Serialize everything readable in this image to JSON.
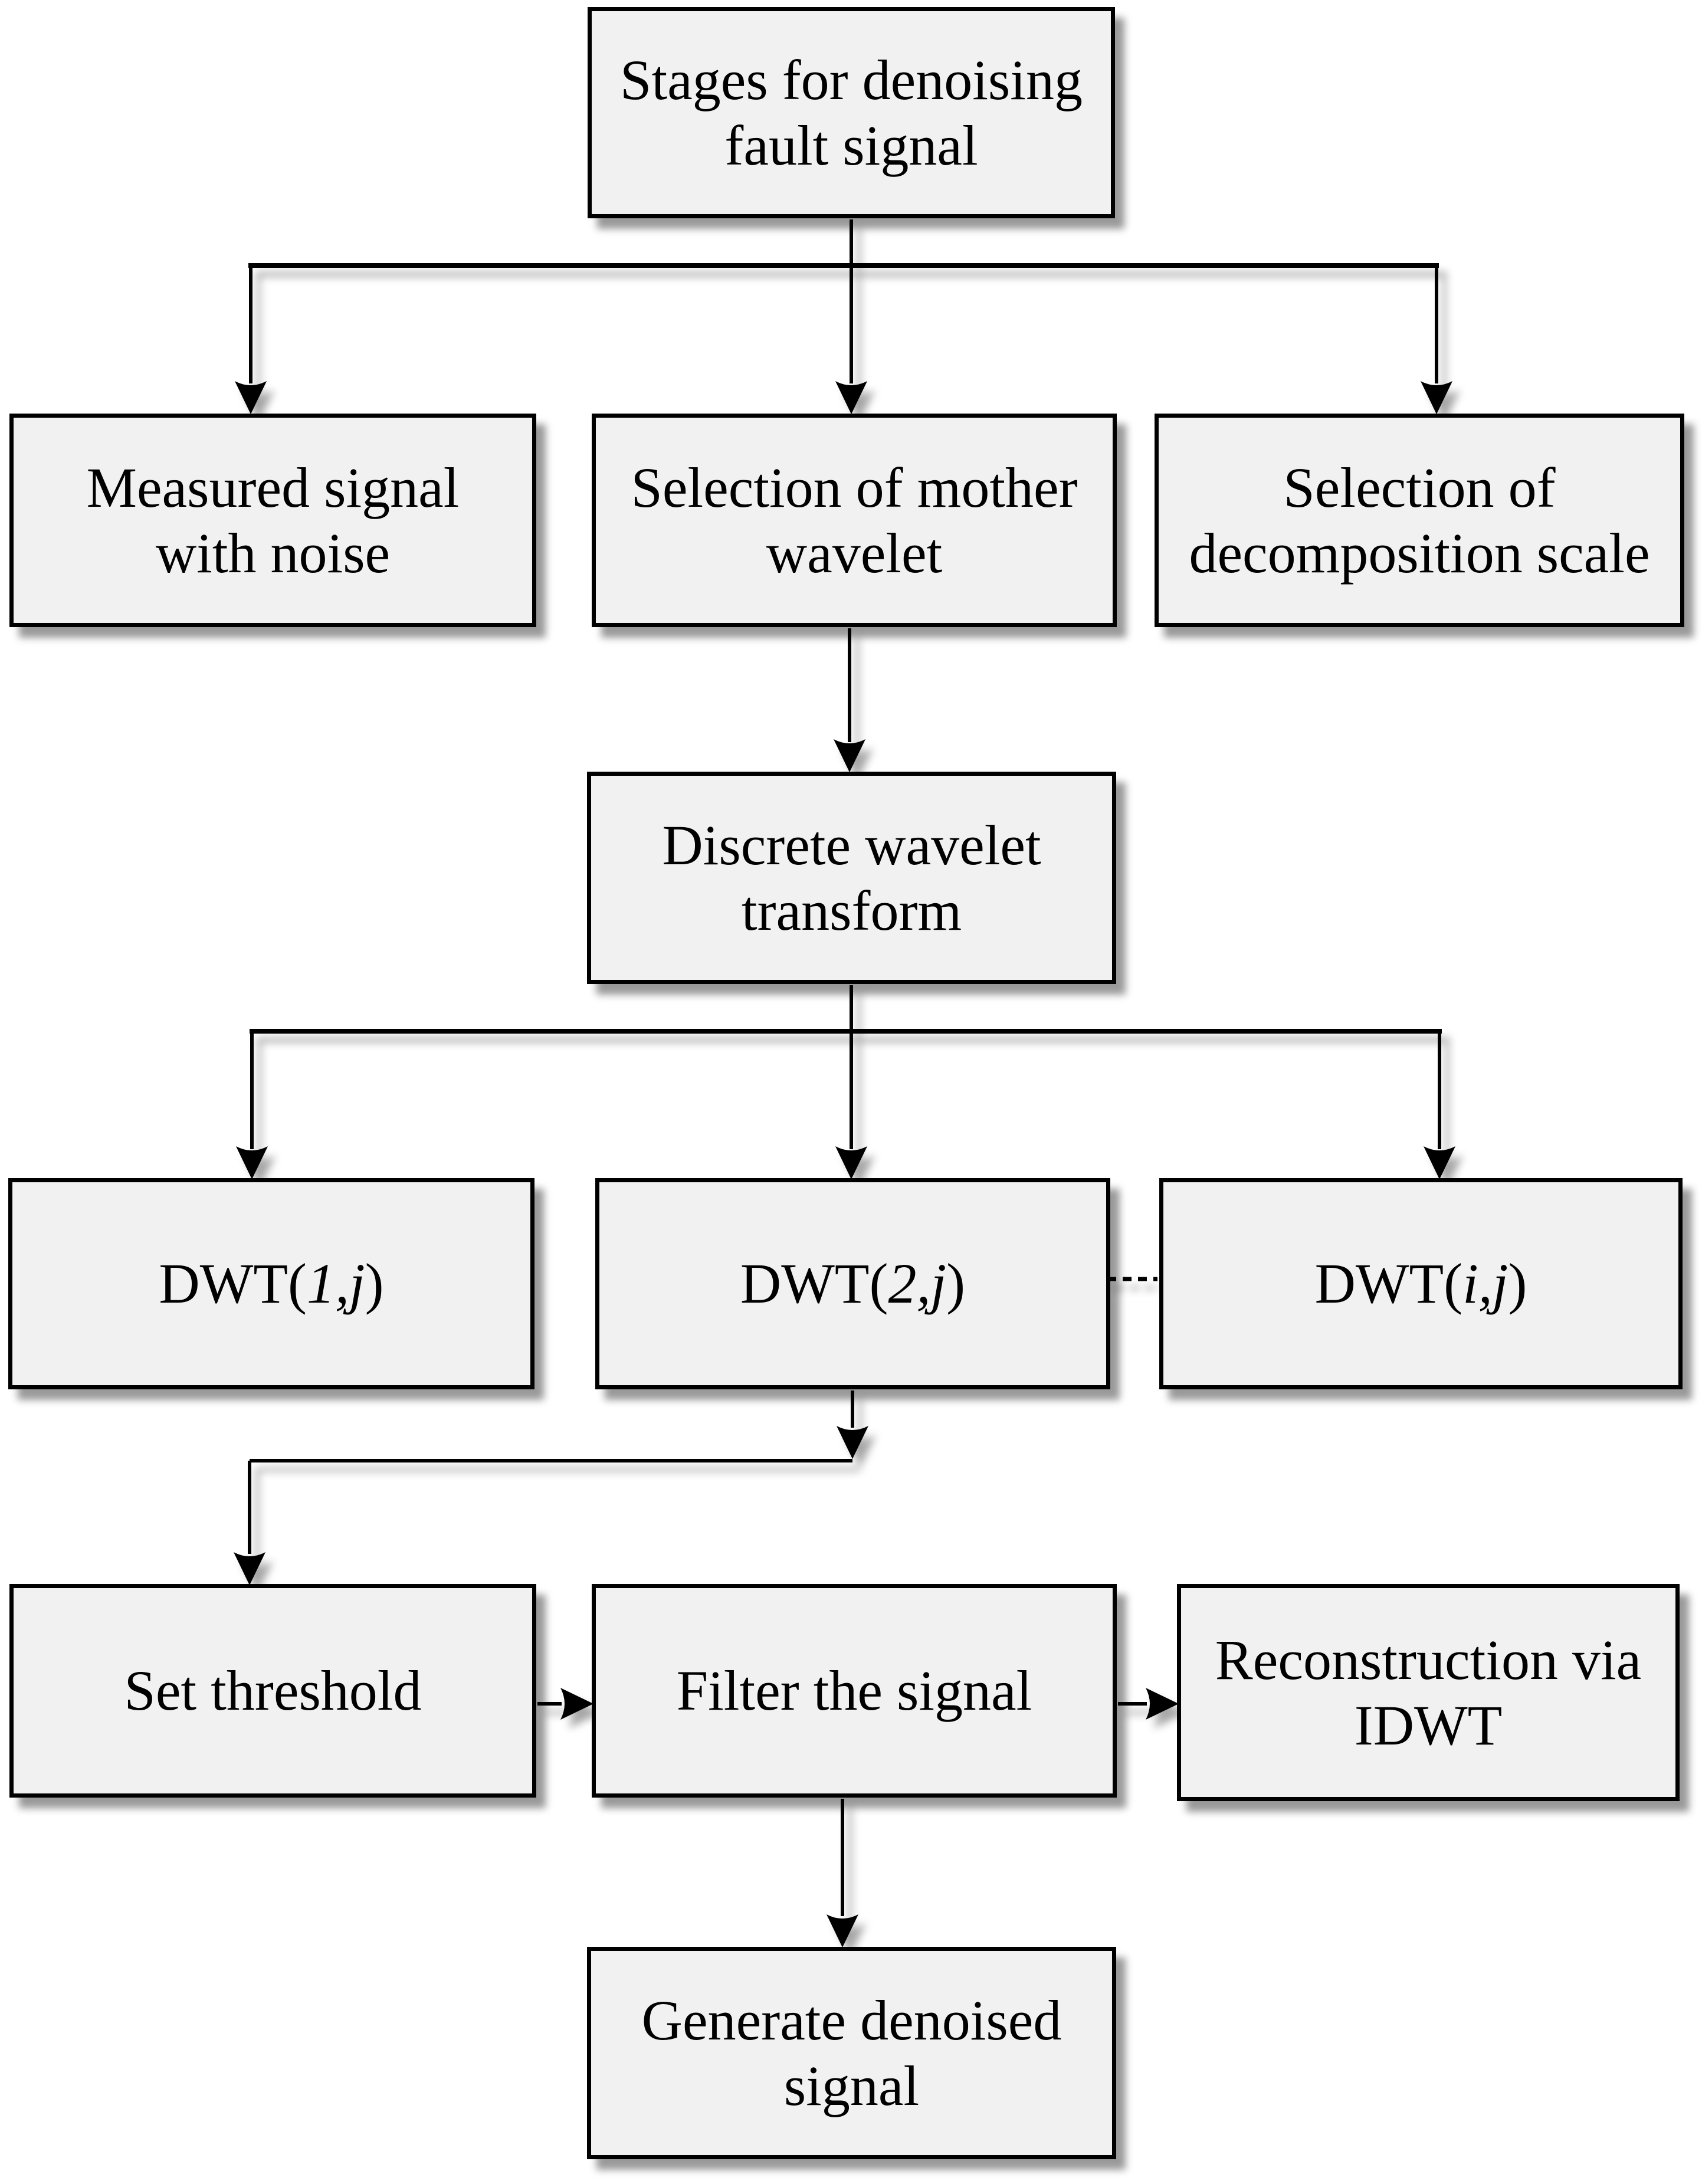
{
  "diagram": {
    "type": "flowchart",
    "topic": "Wavelet denoising of fault signal"
  },
  "nodes": {
    "start": {
      "label": "Stages for denoising\nfault signal"
    },
    "measured": {
      "label": "Measured signal\nwith noise"
    },
    "mother": {
      "label": "Selection of mother\nwavelet"
    },
    "scale": {
      "label": "Selection of\ndecomposition scale"
    },
    "dwt_transform": {
      "label": "Discrete wavelet\ntransform"
    },
    "dwt1": {
      "prefix": "DWT(",
      "args": "1,j",
      "suffix": ")"
    },
    "dwt2": {
      "prefix": "DWT(",
      "args": "2,j",
      "suffix": ")"
    },
    "dwti": {
      "prefix": "DWT(",
      "args": "i,j",
      "suffix": ")"
    },
    "set_threshold": {
      "label": "Set threshold"
    },
    "filter": {
      "label": "Filter the signal"
    },
    "reconstruction": {
      "label": "Reconstruction via\nIDWT"
    },
    "generate": {
      "label": "Generate denoised\nsignal"
    }
  },
  "colors": {
    "background": "#ffffff",
    "box_fill": "#f1f1f1",
    "box_border": "#000000",
    "connector": "#000000",
    "text": "#000000"
  }
}
